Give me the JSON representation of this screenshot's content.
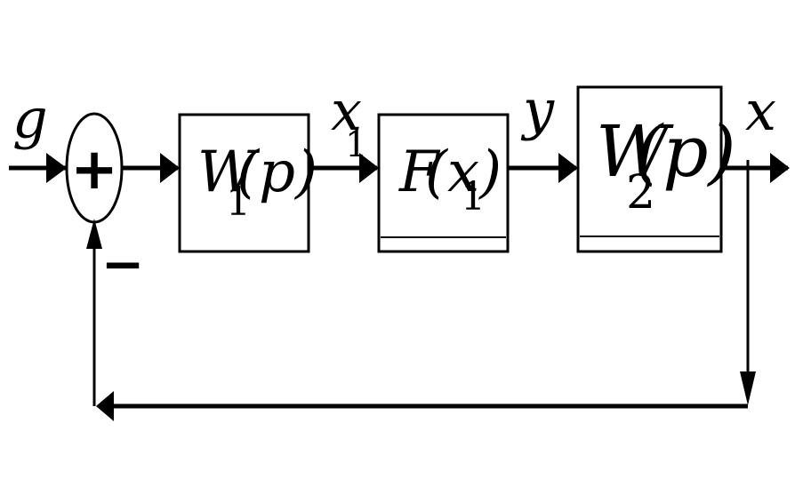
{
  "signals": {
    "input": "g",
    "x1": "x",
    "x1_sub": "1",
    "y": "y",
    "output": "x"
  },
  "summing_junction": {
    "plus": "+",
    "minus": "−"
  },
  "blocks": {
    "w1": {
      "main": "W",
      "arg": "(p)",
      "sub": "1"
    },
    "f": {
      "main": "F",
      "arg": "(x)",
      "sub": "1"
    },
    "w2": {
      "main": "W",
      "arg": "(p)",
      "sub": "2"
    }
  }
}
